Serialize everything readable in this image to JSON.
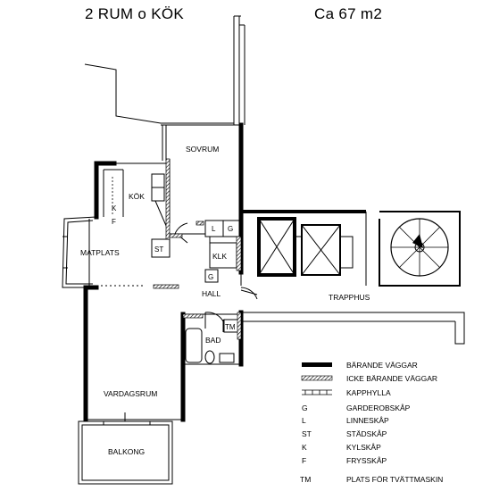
{
  "header": {
    "title_left": "2 RUM o KÖK",
    "title_right": "Ca 67 m2"
  },
  "rooms": {
    "sovrum": "SOVRUM",
    "kok": "KÖK",
    "matplats": "MATPLATS",
    "hall": "HALL",
    "klk": "KLK",
    "bad": "BAD",
    "vardagsrum": "VARDAGSRUM",
    "balkong": "BALKONG",
    "trapphus": "TRAPPHUS"
  },
  "fixtures": {
    "k": "K",
    "f": "F",
    "st": "ST",
    "l": "L",
    "g": "G",
    "g2": "G",
    "tm": "TM"
  },
  "legend": {
    "items": [
      {
        "symbol": "",
        "label": "BÄRANDE VÄGGAR"
      },
      {
        "symbol": "",
        "label": "ICKE BÄRANDE VÄGGAR"
      },
      {
        "symbol": "",
        "label": "KAPPHYLLA"
      },
      {
        "symbol": "G",
        "label": "GARDEROBSKÅP"
      },
      {
        "symbol": "L",
        "label": "LINNESKÅP"
      },
      {
        "symbol": "ST",
        "label": "STÄDSKÅP"
      },
      {
        "symbol": "K",
        "label": "KYLSKÅP"
      },
      {
        "symbol": "F",
        "label": "FRYSSKÅP"
      },
      {
        "symbol": "TM",
        "label": "PLATS FÖR TVÄTTMASKIN"
      }
    ]
  }
}
